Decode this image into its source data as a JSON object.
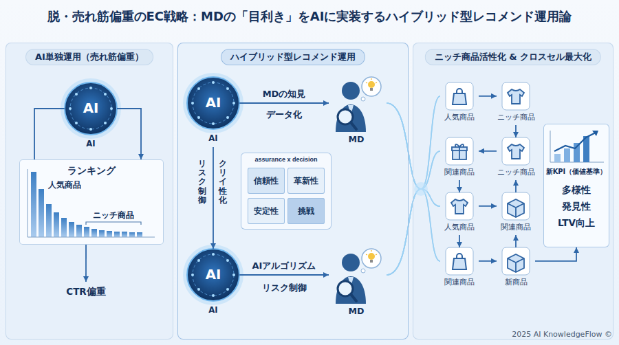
{
  "diagram": {
    "title": "脱・売れ筋偏重のEC戦略：MDの「目利き」をAIに実装するハイブリッド型レコメンド運用論",
    "nodes": [
      {
        "text": [
          "AI単独運用（売れ筋偏重）"
        ]
      },
      {
        "text": [
          "AI",
          "AI"
        ],
        "in": 0
      },
      {
        "text": [
          "ランキング",
          "人気商品",
          "ニッチ商品"
        ],
        "in": 0
      },
      {
        "text": [
          "CTR偏重"
        ],
        "in": 0
      },
      {
        "text": [
          "ハイブリッド型レコメンド運用"
        ]
      },
      {
        "text": [
          "AI",
          "AI"
        ],
        "in": 4
      },
      {
        "text": [
          "MD"
        ],
        "in": 4
      },
      {
        "text": [
          "assurance x decision"
        ],
        "in": 4
      },
      {
        "text": [
          "信頼性"
        ],
        "in": 7
      },
      {
        "text": [
          "革新性"
        ],
        "in": 7
      },
      {
        "text": [
          "安定性"
        ],
        "in": 7
      },
      {
        "text": [
          "挑戦"
        ],
        "in": 7
      },
      {
        "text": [
          "AI",
          "AI"
        ],
        "in": 4
      },
      {
        "text": [
          "MD"
        ],
        "in": 4
      },
      {
        "text": [
          "ニッチ商品活性化 & クロスセル最大化"
        ]
      },
      {
        "text": [
          "人気商品"
        ],
        "in": 14
      },
      {
        "text": [
          "ニッチ商品"
        ],
        "in": 14
      },
      {
        "text": [
          "関連商品"
        ],
        "in": 14
      },
      {
        "text": [
          "ニッチ商品"
        ],
        "in": 14
      },
      {
        "text": [
          "人気商品"
        ],
        "in": 14
      },
      {
        "text": [
          "関連商品"
        ],
        "in": 14
      },
      {
        "text": [
          "関連商品"
        ],
        "in": 14
      },
      {
        "text": [
          "新商品"
        ],
        "in": 14
      },
      {
        "text": [
          "新KPI（価値基準）",
          "多様性",
          "発見性",
          "LTV向上"
        ],
        "in": 14
      }
    ],
    "edges": [
      {
        "from": 1,
        "to": 2,
        "arrow": "to"
      },
      {
        "from": 2,
        "to": 1,
        "arrow": "none"
      },
      {
        "from": 2,
        "to": 3,
        "arrow": "to"
      },
      {
        "from": 5,
        "to": 6,
        "label": "MDの知見",
        "arrow": "to"
      },
      {
        "from": 5,
        "to": 12,
        "arrow": "to"
      },
      {
        "from": 12,
        "to": 13,
        "label": "AIアルゴリズム",
        "arrow": "to"
      },
      {
        "from": 15,
        "to": 16,
        "arrow": "to"
      },
      {
        "from": 16,
        "to": 18,
        "arrow": "to"
      },
      {
        "from": 18,
        "to": 17,
        "arrow": "to"
      },
      {
        "from": 17,
        "to": 19,
        "arrow": "to"
      },
      {
        "from": 19,
        "to": 20,
        "arrow": "to"
      },
      {
        "from": 20,
        "to": 18,
        "arrow": "to"
      },
      {
        "from": 19,
        "to": 21,
        "arrow": "to"
      },
      {
        "from": 21,
        "to": 22,
        "arrow": "to"
      },
      {
        "from": 22,
        "to": 20,
        "arrow": "to"
      },
      {
        "from": 22,
        "to": 23,
        "arrow": "to"
      }
    ],
    "labels": [
      "データ化",
      "リスク制御",
      "クリイ性化",
      "リスク制御",
      "2025 AI KnowledgeFlow ©"
    ]
  }
}
